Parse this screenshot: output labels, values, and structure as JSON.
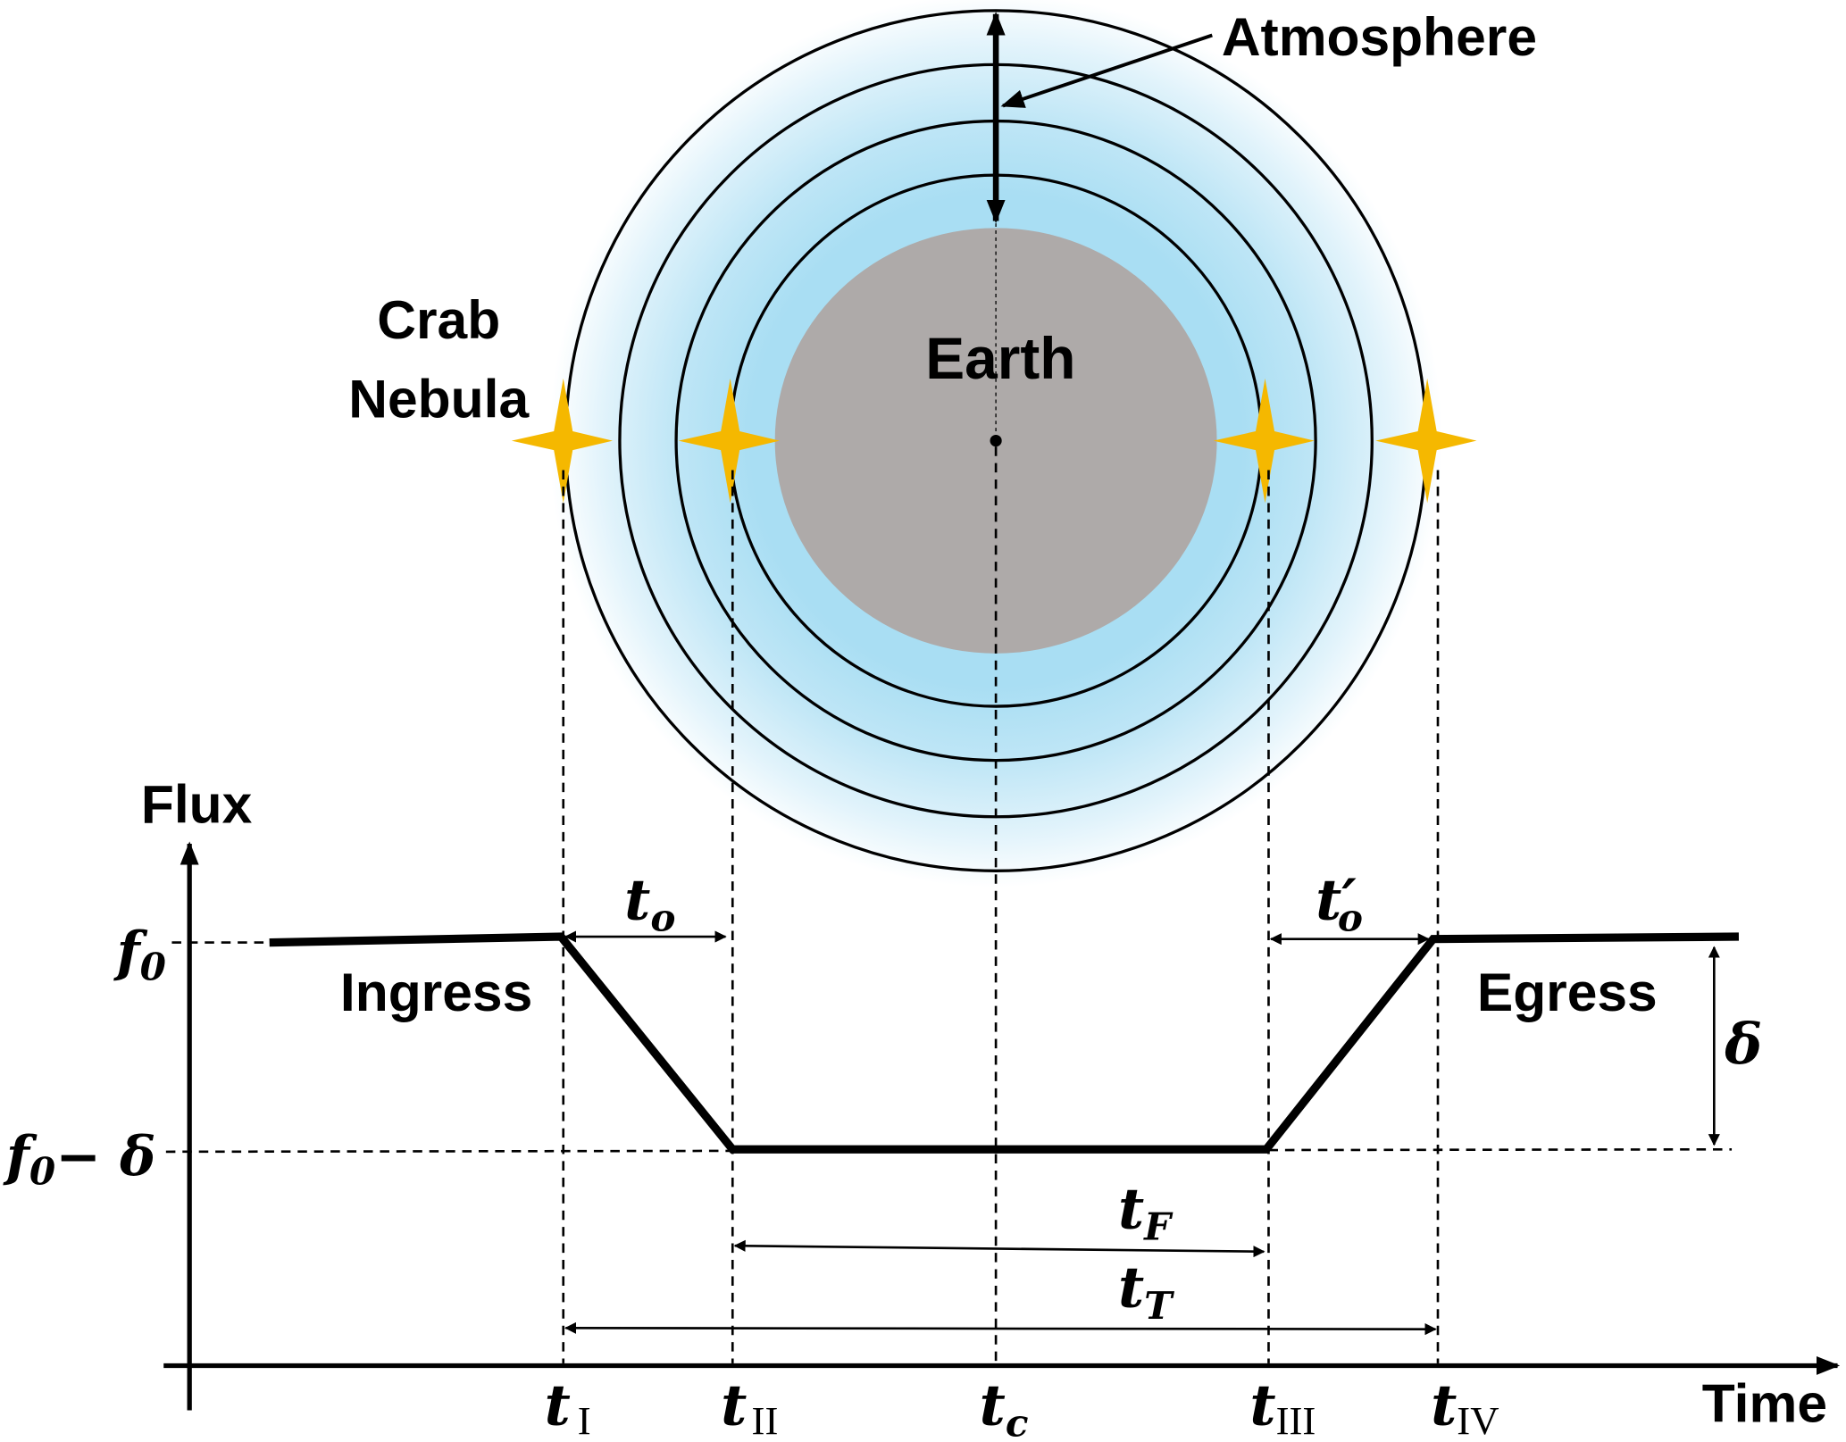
{
  "labels": {
    "atmosphere": "Atmosphere",
    "earth": "Earth",
    "crab_line1": "Crab",
    "crab_line2": "Nebula",
    "flux": "Flux",
    "time": "Time",
    "ingress": "Ingress",
    "egress": "Egress"
  },
  "math": {
    "f0": "f",
    "f0_sub": "0",
    "f0_minus": "− δ",
    "delta": "δ",
    "t": "t",
    "to_sub": "o",
    "to_prime": "′",
    "tF_sub": "F",
    "tT_sub": "T",
    "tI_sub": "I",
    "tII_sub": "II",
    "tc_sub": "c",
    "tIII_sub": "III",
    "tIV_sub": "IV"
  },
  "colors": {
    "earth": "#aeaaa9",
    "atmosphere": "#a9def3",
    "star": "#f5b800"
  }
}
